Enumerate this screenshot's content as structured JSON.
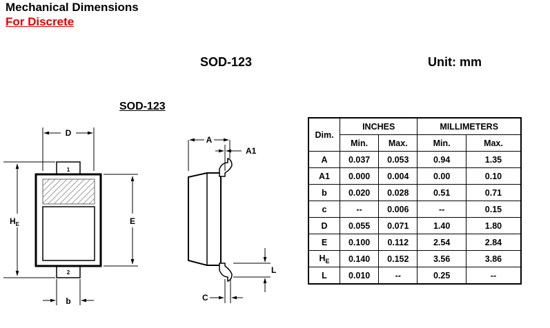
{
  "header": {
    "title": "Mechanical Dimensions",
    "subtitle_link": "For Discrete"
  },
  "package_heading": "SOD-123",
  "unit_heading": "Unit: mm",
  "drawing": {
    "title": "SOD-123",
    "labels": {
      "D": "D",
      "HE": "H",
      "HE_sub": "E",
      "E": "E",
      "b": "b",
      "A": "A",
      "A1": "A1",
      "L": "L",
      "C": "C",
      "pin1": "1",
      "pin2": "2"
    }
  },
  "table": {
    "dim_header": "Dim.",
    "group_headers": [
      "INCHES",
      "MILLIMETERS"
    ],
    "sub_headers": [
      "Min.",
      "Max.",
      "Min.",
      "Max."
    ],
    "rows": [
      {
        "dim": "A",
        "dim_sub": "",
        "in_min": "0.037",
        "in_max": "0.053",
        "mm_min": "0.94",
        "mm_max": "1.35"
      },
      {
        "dim": "A1",
        "dim_sub": "",
        "in_min": "0.000",
        "in_max": "0.004",
        "mm_min": "0.00",
        "mm_max": "0.10"
      },
      {
        "dim": "b",
        "dim_sub": "",
        "in_min": "0.020",
        "in_max": "0.028",
        "mm_min": "0.51",
        "mm_max": "0.71"
      },
      {
        "dim": "c",
        "dim_sub": "",
        "in_min": "--",
        "in_max": "0.006",
        "mm_min": "--",
        "mm_max": "0.15"
      },
      {
        "dim": "D",
        "dim_sub": "",
        "in_min": "0.055",
        "in_max": "0.071",
        "mm_min": "1.40",
        "mm_max": "1.80"
      },
      {
        "dim": "E",
        "dim_sub": "",
        "in_min": "0.100",
        "in_max": "0.112",
        "mm_min": "2.54",
        "mm_max": "2.84"
      },
      {
        "dim": "H",
        "dim_sub": "E",
        "in_min": "0.140",
        "in_max": "0.152",
        "mm_min": "3.56",
        "mm_max": "3.86"
      },
      {
        "dim": "L",
        "dim_sub": "",
        "in_min": "0.010",
        "in_max": "--",
        "mm_min": "0.25",
        "mm_max": "--"
      }
    ]
  },
  "colors": {
    "link": "#e00000",
    "text": "#000000"
  }
}
